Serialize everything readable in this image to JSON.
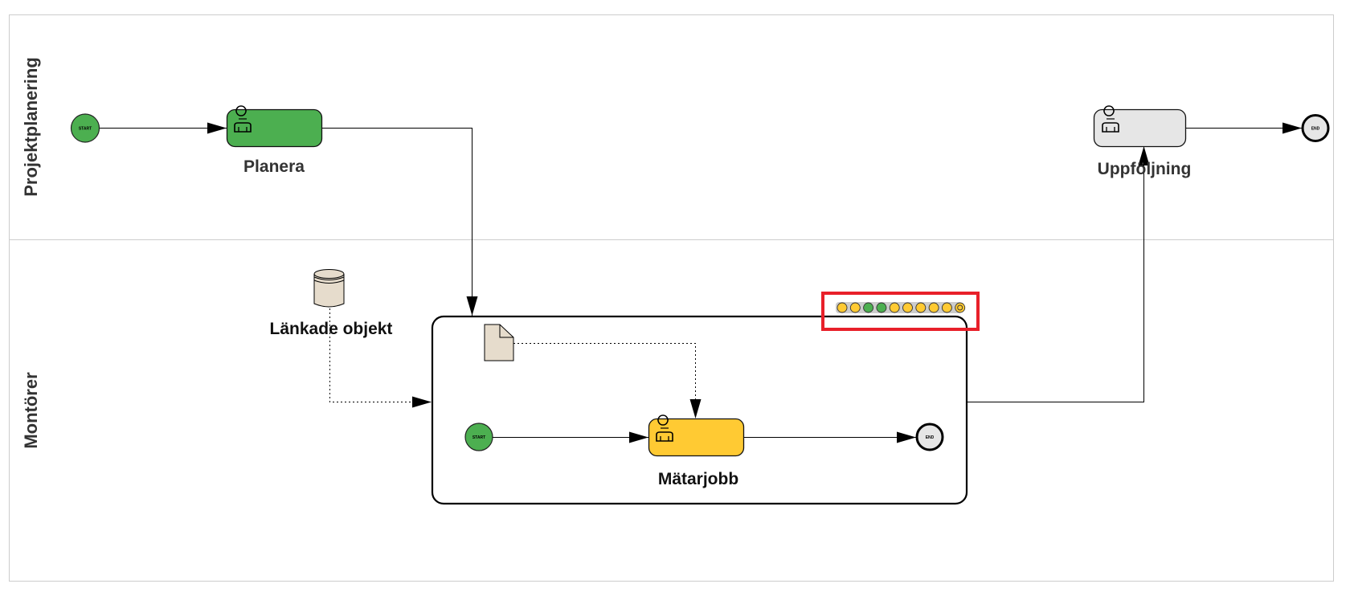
{
  "diagram": {
    "lanes": [
      {
        "id": "lane-projektplanering",
        "label": "Projektplanering"
      },
      {
        "id": "lane-montorer",
        "label": "Montörer"
      }
    ],
    "events": {
      "start_main": {
        "text": "START",
        "color": "#4CAF50"
      },
      "end_main": {
        "text": "END",
        "color": "#E6E6E6"
      },
      "start_sub": {
        "text": "START",
        "color": "#4CAF50"
      },
      "end_sub": {
        "text": "END",
        "color": "#E6E6E6"
      }
    },
    "tasks": {
      "planera": {
        "label": "Planera",
        "color": "#4CAF50",
        "icon": "user-icon",
        "status": "completed"
      },
      "uppfoljning": {
        "label": "Uppföljning",
        "color": "#E6E6E6",
        "icon": "user-icon",
        "status": "not-started"
      },
      "matarjobb": {
        "label": "Mätarjobb",
        "color": "#FFCA33",
        "icon": "user-icon",
        "status": "in-progress"
      }
    },
    "data_objects": {
      "linked_objects": {
        "label": "Länkade objekt",
        "icon": "data-store-icon",
        "color": "#E6DCCC"
      },
      "document": {
        "icon": "document-icon",
        "color": "#E6DCCC"
      }
    },
    "subprocess": {
      "instance_status": {
        "highlight_color": "#E8202A",
        "dots": [
          {
            "state": "in-progress",
            "color": "#FFCA33"
          },
          {
            "state": "in-progress",
            "color": "#FFCA33"
          },
          {
            "state": "completed",
            "color": "#4CAF50"
          },
          {
            "state": "completed",
            "color": "#4CAF50"
          },
          {
            "state": "in-progress",
            "color": "#FFCA33"
          },
          {
            "state": "in-progress",
            "color": "#FFCA33"
          },
          {
            "state": "in-progress",
            "color": "#FFCA33"
          },
          {
            "state": "in-progress",
            "color": "#FFCA33"
          },
          {
            "state": "in-progress",
            "color": "#FFCA33"
          },
          {
            "state": "current",
            "color": "#FFCA33"
          }
        ]
      }
    }
  }
}
